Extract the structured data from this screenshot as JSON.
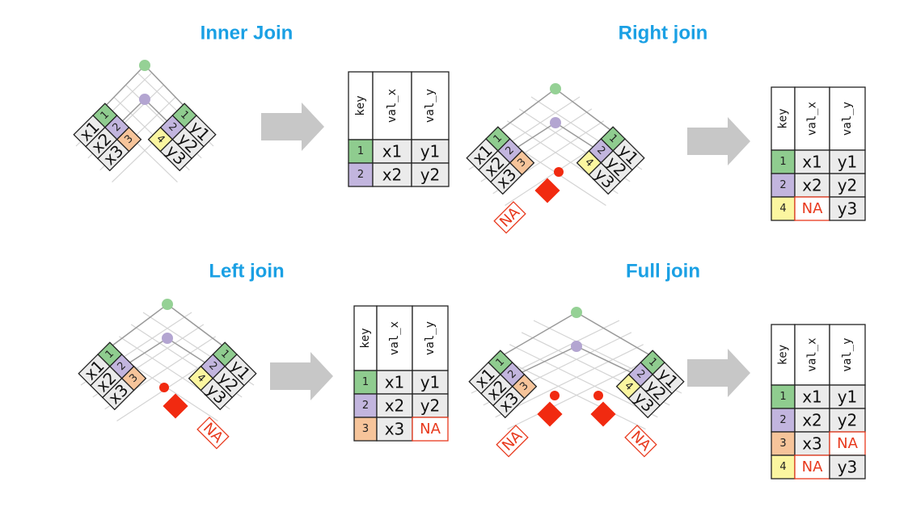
{
  "colors": {
    "title": "#1aa0e4",
    "key_1": "#8fcc8f",
    "key_2": "#c2b5de",
    "key_3": "#f6c49a",
    "key_4": "#fbf6a0",
    "value_bg": "#ebebeb",
    "na": "#e8391d",
    "match_dot_1": "#95d195",
    "match_dot_2": "#b3a5d1",
    "arrow": "#c7c7c7"
  },
  "columns": [
    "key",
    "val_x",
    "val_y"
  ],
  "panels": [
    {
      "title": "Inner Join",
      "x_table": [
        [
          "1",
          "x1"
        ],
        [
          "2",
          "x2"
        ],
        [
          "3",
          "x3"
        ]
      ],
      "y_table": [
        [
          "1",
          "y1"
        ],
        [
          "2",
          "y2"
        ],
        [
          "4",
          "y3"
        ]
      ],
      "x_na": false,
      "y_na": false,
      "result": [
        [
          "1",
          "x1",
          "y1"
        ],
        [
          "2",
          "x2",
          "y2"
        ]
      ]
    },
    {
      "title": "Right join",
      "x_table": [
        [
          "1",
          "x1"
        ],
        [
          "2",
          "x2"
        ],
        [
          "3",
          "x3"
        ]
      ],
      "y_table": [
        [
          "1",
          "y1"
        ],
        [
          "2",
          "y2"
        ],
        [
          "4",
          "y3"
        ]
      ],
      "x_na": true,
      "y_na": false,
      "result": [
        [
          "1",
          "x1",
          "y1"
        ],
        [
          "2",
          "x2",
          "y2"
        ],
        [
          "4",
          "NA",
          "y3"
        ]
      ]
    },
    {
      "title": "Left join",
      "x_table": [
        [
          "1",
          "x1"
        ],
        [
          "2",
          "x2"
        ],
        [
          "3",
          "x3"
        ]
      ],
      "y_table": [
        [
          "1",
          "y1"
        ],
        [
          "2",
          "y2"
        ],
        [
          "4",
          "y3"
        ]
      ],
      "x_na": false,
      "y_na": true,
      "result": [
        [
          "1",
          "x1",
          "y1"
        ],
        [
          "2",
          "x2",
          "y2"
        ],
        [
          "3",
          "x3",
          "NA"
        ]
      ]
    },
    {
      "title": "Full join",
      "x_table": [
        [
          "1",
          "x1"
        ],
        [
          "2",
          "x2"
        ],
        [
          "3",
          "x3"
        ]
      ],
      "y_table": [
        [
          "1",
          "y1"
        ],
        [
          "2",
          "y2"
        ],
        [
          "4",
          "y3"
        ]
      ],
      "x_na": true,
      "y_na": true,
      "result": [
        [
          "1",
          "x1",
          "y1"
        ],
        [
          "2",
          "x2",
          "y2"
        ],
        [
          "3",
          "x3",
          "NA"
        ],
        [
          "4",
          "NA",
          "y3"
        ]
      ]
    }
  ]
}
